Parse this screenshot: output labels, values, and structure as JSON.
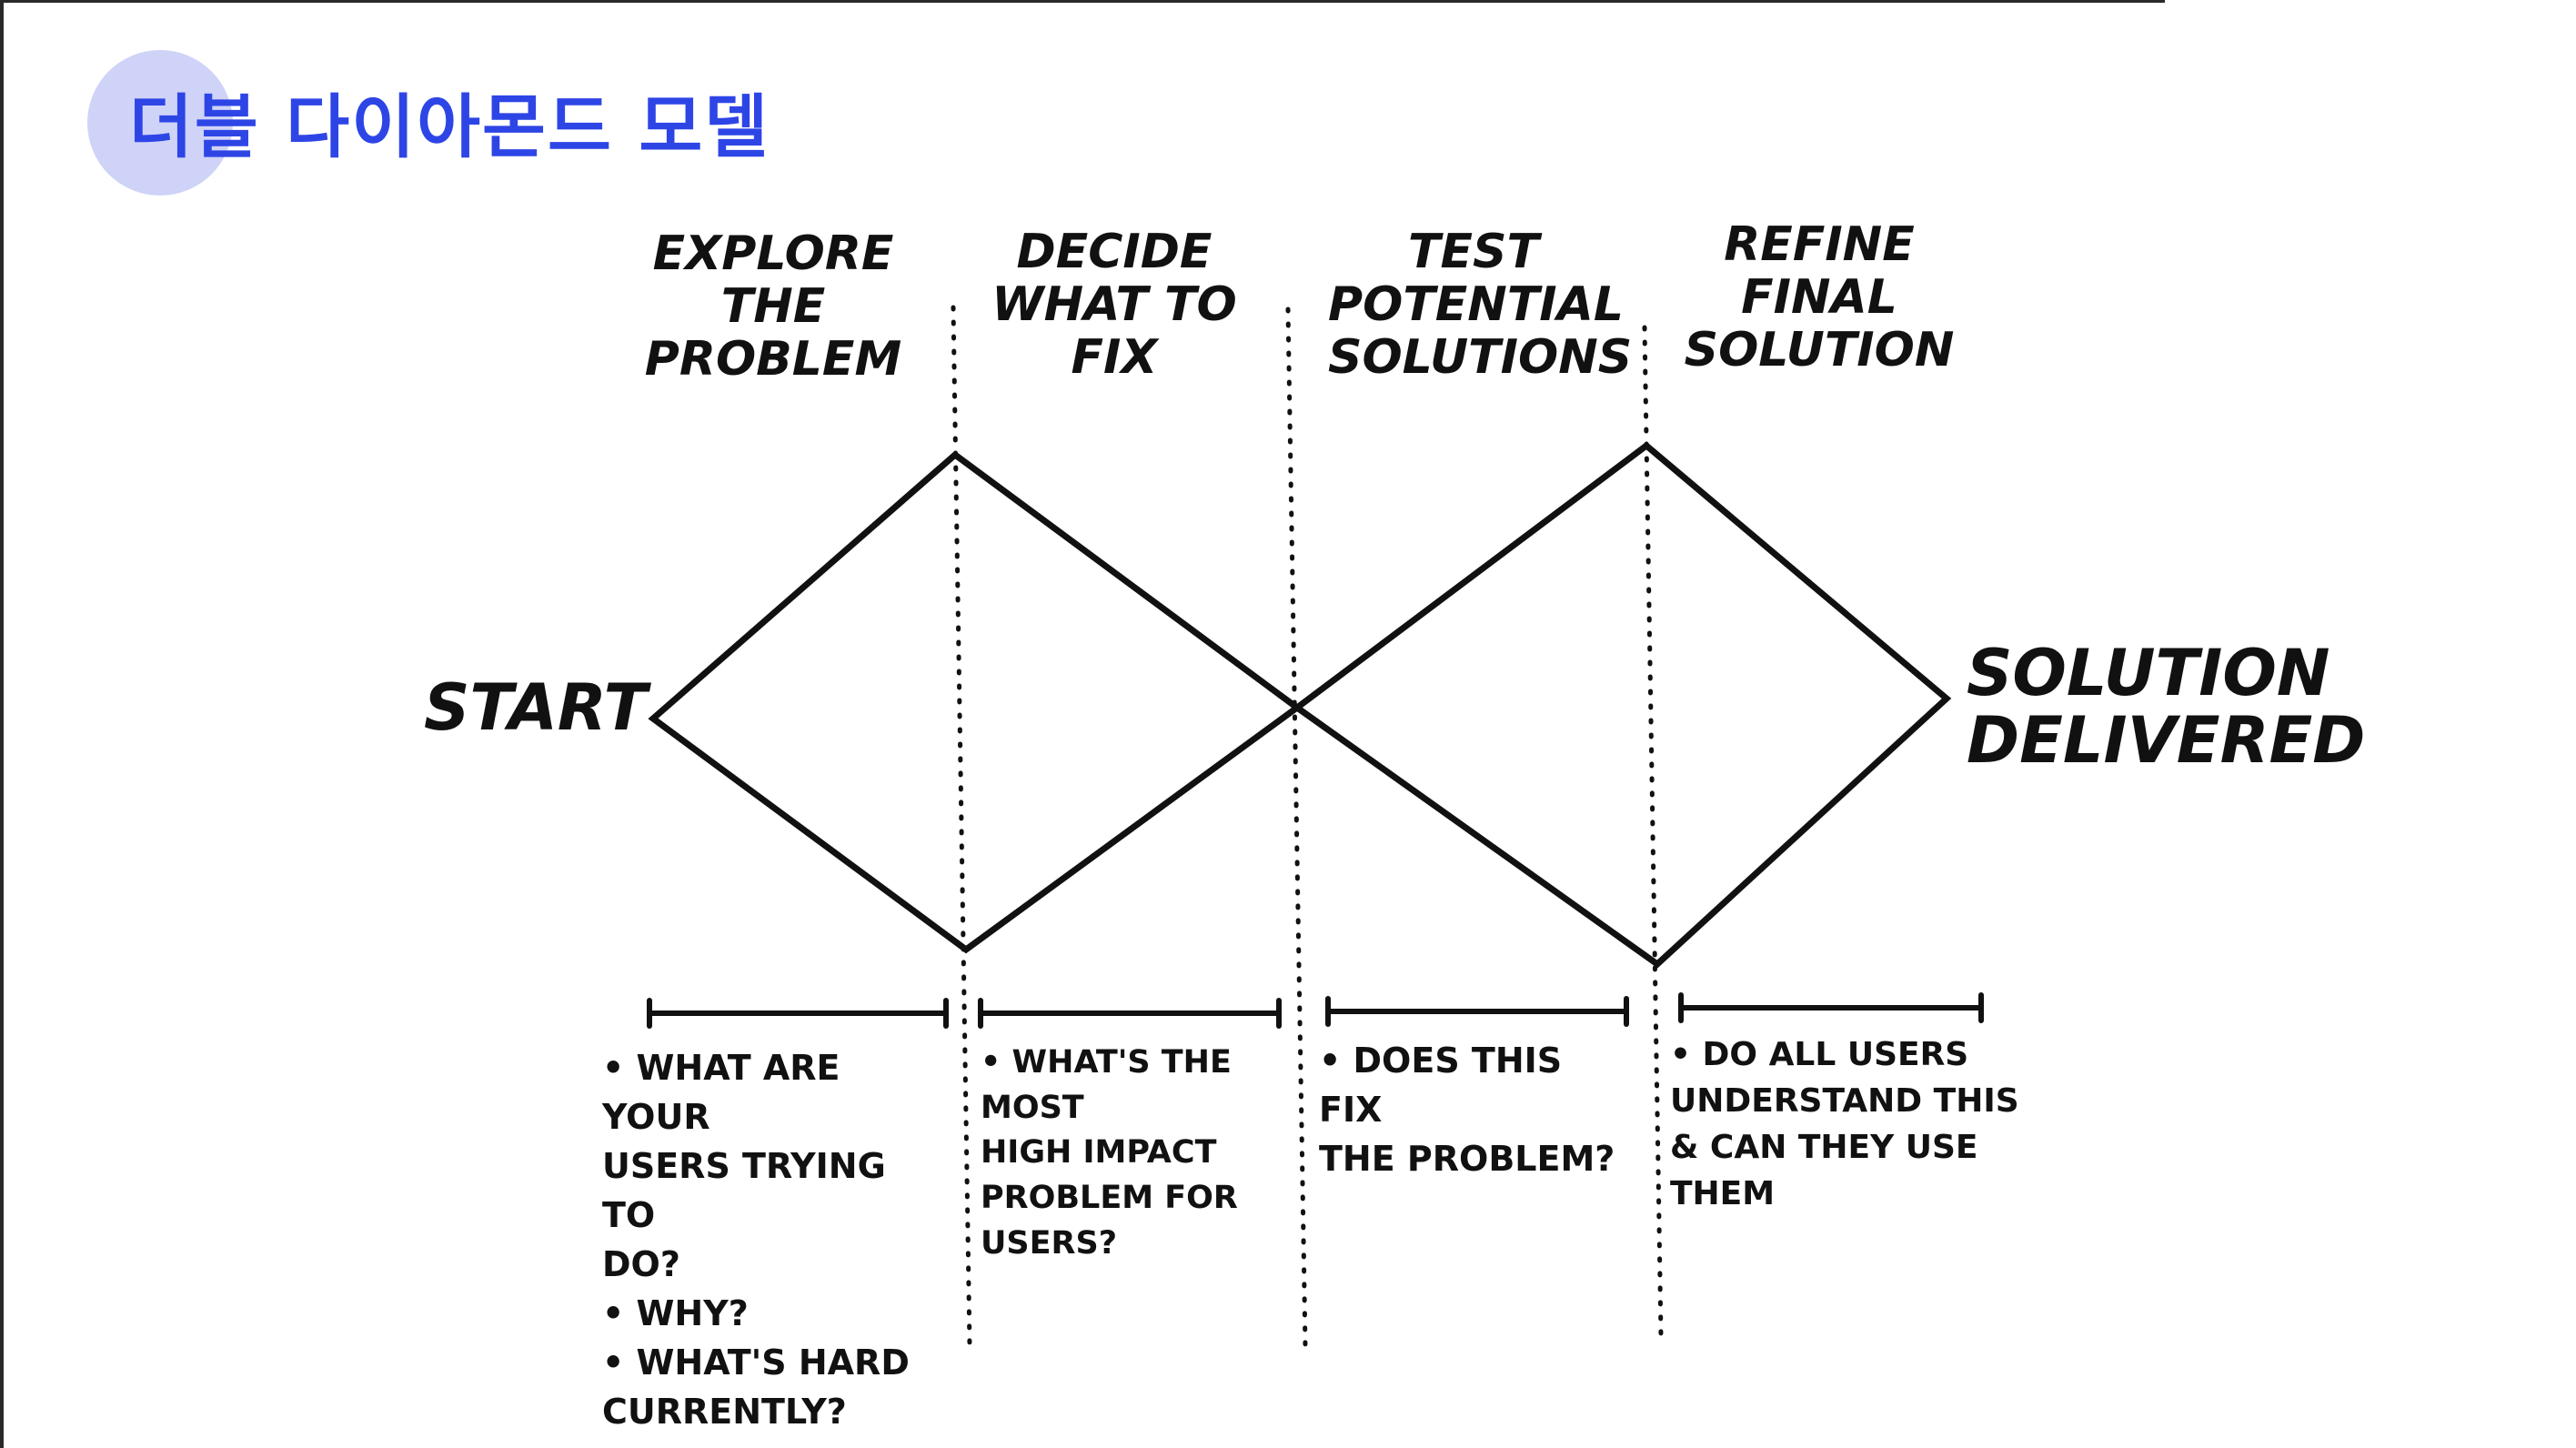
{
  "title": "더블 다이아몬드 모델",
  "colors": {
    "title_text": "#2e45e6",
    "title_blob": "#cfd3f7",
    "ink": "#111111"
  },
  "phases": [
    {
      "label": "EXPLORE\nTHE\nPROBLEM"
    },
    {
      "label": "DECIDE\nWHAT TO\nFIX"
    },
    {
      "label": "TEST\nPOTENTIAL\nSOLUTIONS"
    },
    {
      "label": "REFINE\nFINAL\nSOLUTION"
    }
  ],
  "start_label": "START",
  "end_label": "SOLUTION\nDELIVERED",
  "notes": [
    {
      "text": "• WHAT ARE YOUR\n   USERS TRYING TO\n   DO?\n• WHY?\n• WHAT'S HARD\n   CURRENTLY?"
    },
    {
      "text": "• WHAT'S THE MOST\n   HIGH IMPACT\n   PROBLEM FOR\n   USERS?"
    },
    {
      "text": "• DOES THIS FIX\n   THE PROBLEM?"
    },
    {
      "text": "• DO ALL USERS\n   UNDERSTAND THIS\n   & CAN THEY USE THEM"
    }
  ]
}
